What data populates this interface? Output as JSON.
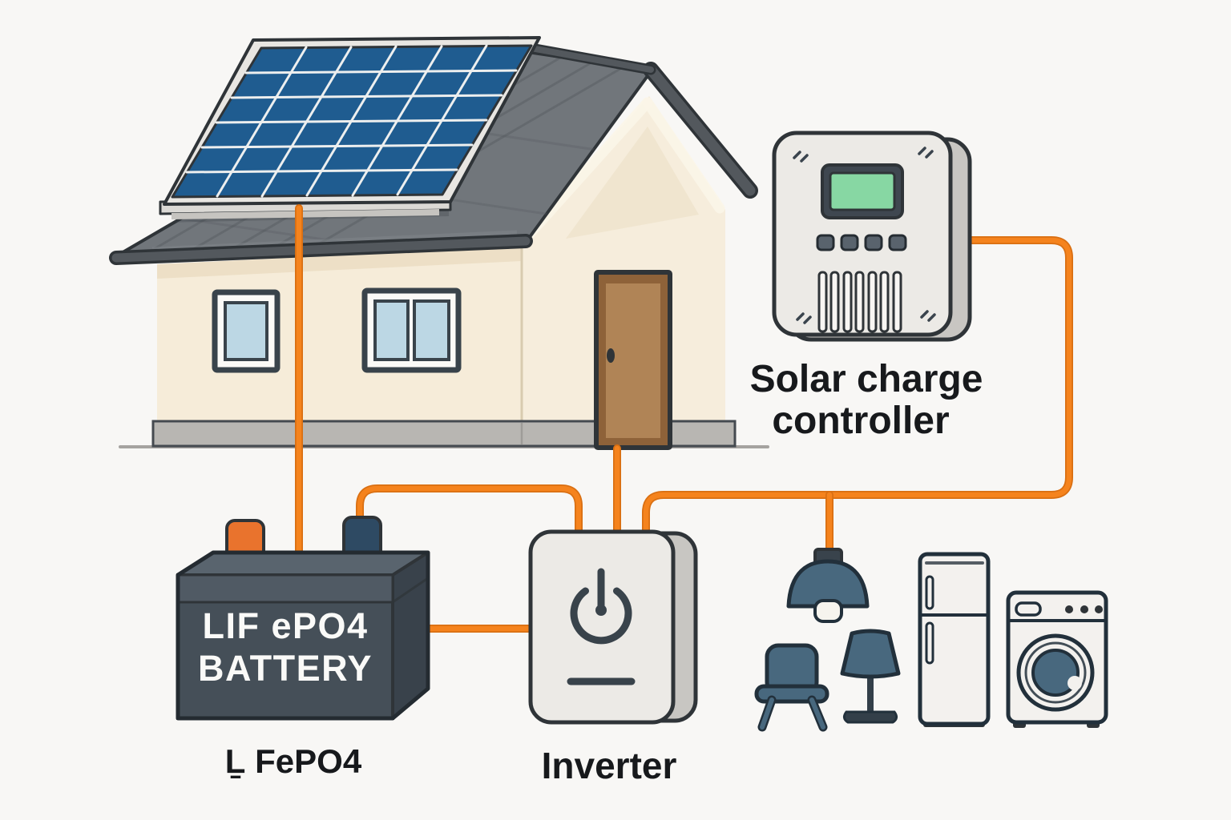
{
  "components": {
    "solar_panel": {
      "type": "solar-panel",
      "cell_rows": 6,
      "cell_cols": 6
    },
    "house": {
      "windows": 2,
      "doors": 1
    },
    "charge_controller": {
      "label_line1": "Solar charge",
      "label_line2": "controller",
      "screen": "green-lcd",
      "buttons": 4,
      "vents": 7
    },
    "battery": {
      "face_line1": "LIF ePO4",
      "face_line2": "BATTERY",
      "caption": "Ḻ FePO4",
      "terminals": [
        "orange-positive",
        "navy-negative"
      ]
    },
    "inverter": {
      "label": "Inverter",
      "icon": "power-symbol"
    },
    "appliances": [
      "pendant-light",
      "chair",
      "table-lamp",
      "refrigerator",
      "washing-machine"
    ]
  },
  "connections": [
    {
      "from": "solar-panel",
      "to": "battery"
    },
    {
      "from": "battery-terminal",
      "to": "inverter"
    },
    {
      "from": "battery-side",
      "to": "inverter"
    },
    {
      "from": "house-door",
      "to": "inverter"
    },
    {
      "from": "inverter",
      "to": "charge-controller"
    },
    {
      "from": "power-bus",
      "to": "pendant-light"
    }
  ],
  "colors": {
    "background": "#F8F7F5",
    "outline": "#2F3438",
    "wire": "#F5831D",
    "wire-outline": "#D96F12",
    "panel": "#1F5C90",
    "panel-grid": "#EDEFEF",
    "roof": "#71767B",
    "roof-fascia": "#53585D",
    "wall": "#F6ECD9",
    "wall-right": "#F6EDDC",
    "wall-shadow": "#E9DBBF",
    "foundation": "#B8B6B2",
    "ground": "#A5A3A0",
    "window-frame": "#39434B",
    "glass": "#BCD7E4",
    "door": "#8E6239",
    "door-panel": "#B08456",
    "battery": "#454F58",
    "battery-top": "#59646E",
    "battery-side": "#39424B",
    "terminal-positive": "#E9732D",
    "terminal-negative": "#2E4A63",
    "device-face": "#ECEAE6",
    "device-side": "#C8C6C2",
    "screen": "#87D7A3",
    "screen-bezel": "#3F4750",
    "button": "#59636D",
    "appliance": "#48687E",
    "appliance-dark": "#22303B",
    "white-goods": "#F3F1EE",
    "icon": "#39434B",
    "text": "#17191C"
  }
}
